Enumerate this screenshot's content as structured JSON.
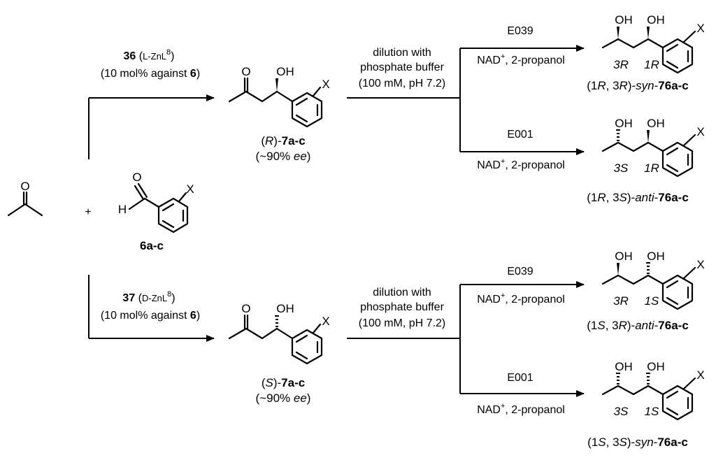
{
  "reagents": {
    "top_catalyst_num": "36",
    "top_catalyst_name": "L-ZnL",
    "top_catalyst_sup": "8",
    "bottom_catalyst_num": "37",
    "bottom_catalyst_name": "D-ZnL",
    "bottom_catalyst_sup": "8",
    "loading_prefix": "(10 mol% against ",
    "loading_ref": "6",
    "loading_suffix": ")",
    "plus": "+"
  },
  "dilution": {
    "line1": "dilution with",
    "line2": "phosphate buffer",
    "line3": "(100 mM, pH 7.2)"
  },
  "enzymes": {
    "e039": "E039",
    "e001": "E001",
    "cofactor_base": "NAD",
    "cofactor_sup": "+",
    "cofactor_rest": ", 2-propanol"
  },
  "atoms": {
    "O": "O",
    "OH": "OH",
    "H": "H",
    "X": "X"
  },
  "compounds": {
    "aldehyde": "6a-c",
    "r_ketone_prefix": "(",
    "r_ketone_config": "R",
    "r_ketone_mid": ")-",
    "r_ketone_num": "7a-c",
    "s_ketone_config": "S",
    "ee_open": "(~90% ",
    "ee_it": "ee",
    "ee_close": ")",
    "prod_num": "76a-c"
  },
  "products": [
    {
      "c1": "1R",
      "c3": "3R",
      "cap_a": "(1",
      "cap_a_it": "R",
      "cap_b": ", 3",
      "cap_b_it": "R",
      "cap_c": ")-",
      "cap_rel": "syn",
      "cap_d": "-"
    },
    {
      "c1": "1R",
      "c3": "3S",
      "cap_a": "(1",
      "cap_a_it": "R",
      "cap_b": ", 3",
      "cap_b_it": "S",
      "cap_c": ")-",
      "cap_rel": "anti",
      "cap_d": "-"
    },
    {
      "c1": "1S",
      "c3": "3R",
      "cap_a": "(1",
      "cap_a_it": "S",
      "cap_b": ", 3",
      "cap_b_it": "R",
      "cap_c": ")-",
      "cap_rel": "anti",
      "cap_d": "-"
    },
    {
      "c1": "1S",
      "c3": "3S",
      "cap_a": "(1",
      "cap_a_it": "S",
      "cap_b": ", 3",
      "cap_b_it": "S",
      "cap_c": ")-",
      "cap_rel": "syn",
      "cap_d": "-"
    }
  ]
}
